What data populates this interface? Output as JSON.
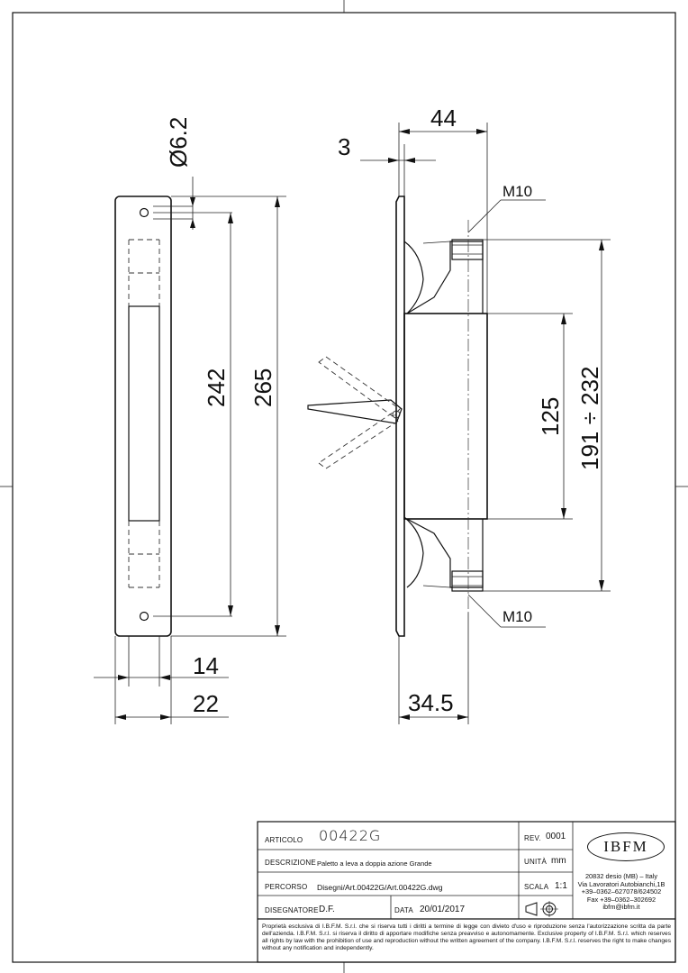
{
  "dimensions": {
    "hole_diameter": "Ø6.2",
    "hole_spacing": "242",
    "overall_length": "265",
    "slot_width": "14",
    "plate_width": "22",
    "plate_thickness": "3",
    "depth_44": "44",
    "depth_34_5": "34.5",
    "body_length": "125",
    "stroke_range": "191 ÷ 232",
    "thread_top": "M10",
    "thread_bottom": "M10"
  },
  "title_block": {
    "articolo_label": "ARTICOLO",
    "articolo_value": "00422G",
    "rev_label": "REV.",
    "rev_value": "0001",
    "descrizione_label": "DESCRIZIONE",
    "descrizione_value": "Paletto a leva a doppia azione Grande",
    "unita_label": "UNITÀ",
    "unita_value": "mm",
    "percorso_label": "PERCORSO",
    "percorso_value": "Disegni/Art.00422G/Art.00422G.dwg",
    "scala_label": "SCALA",
    "scala_value": "1:1",
    "disegnatore_label": "DISEGNATORE",
    "disegnatore_value": "D.F.",
    "data_label": "DATA",
    "data_value": "20/01/2017",
    "projection_symbol": "first-angle-projection-icon"
  },
  "company": {
    "logo": "IBFM",
    "address_line1": "20832 desio (MB) – Italy",
    "address_line2": "Via Lavoratori Autobianchi,1B",
    "phone": "+39–0362–627078/624502",
    "fax": "Fax +39–0362–302692",
    "email": "ibfm@ibfm.it"
  },
  "notice": "Proprietà esclusiva di I.B.F.M. S.r.l. che si riserva tutti i diritti a termine di legge con divieto d'uso e riproduzione senza l'autorizzazione scritta da parte dell'azienda. I.B.F.M. S.r.l. si riserva il diritto di apportare modifiche senza preavviso e autonomamente. Exclusive property of I.B.F.M. S.r.l. which reserves all rights by law with the prohibition of use and reproduction without the written agreement of the company. I.B.F.M. S.r.l. reserves the right to make changes without any notification and independently."
}
